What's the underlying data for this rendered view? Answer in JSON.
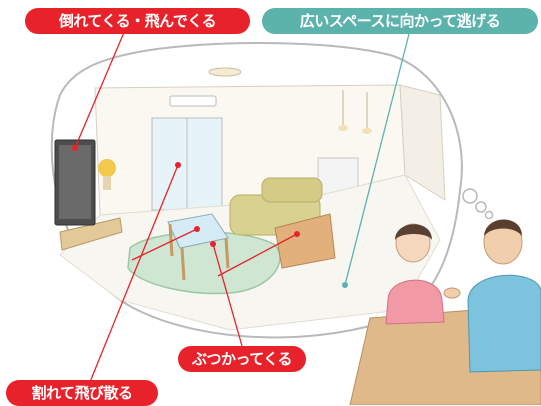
{
  "labels": {
    "falling": "倒れてくる・飛んでくる",
    "escape": "広いスペースに向かって逃げる",
    "bumping": "ぶつかってくる",
    "shattering": "割れて飛び散る"
  },
  "colors": {
    "red_label": "#e8222a",
    "teal_label": "#5bb3ac"
  }
}
